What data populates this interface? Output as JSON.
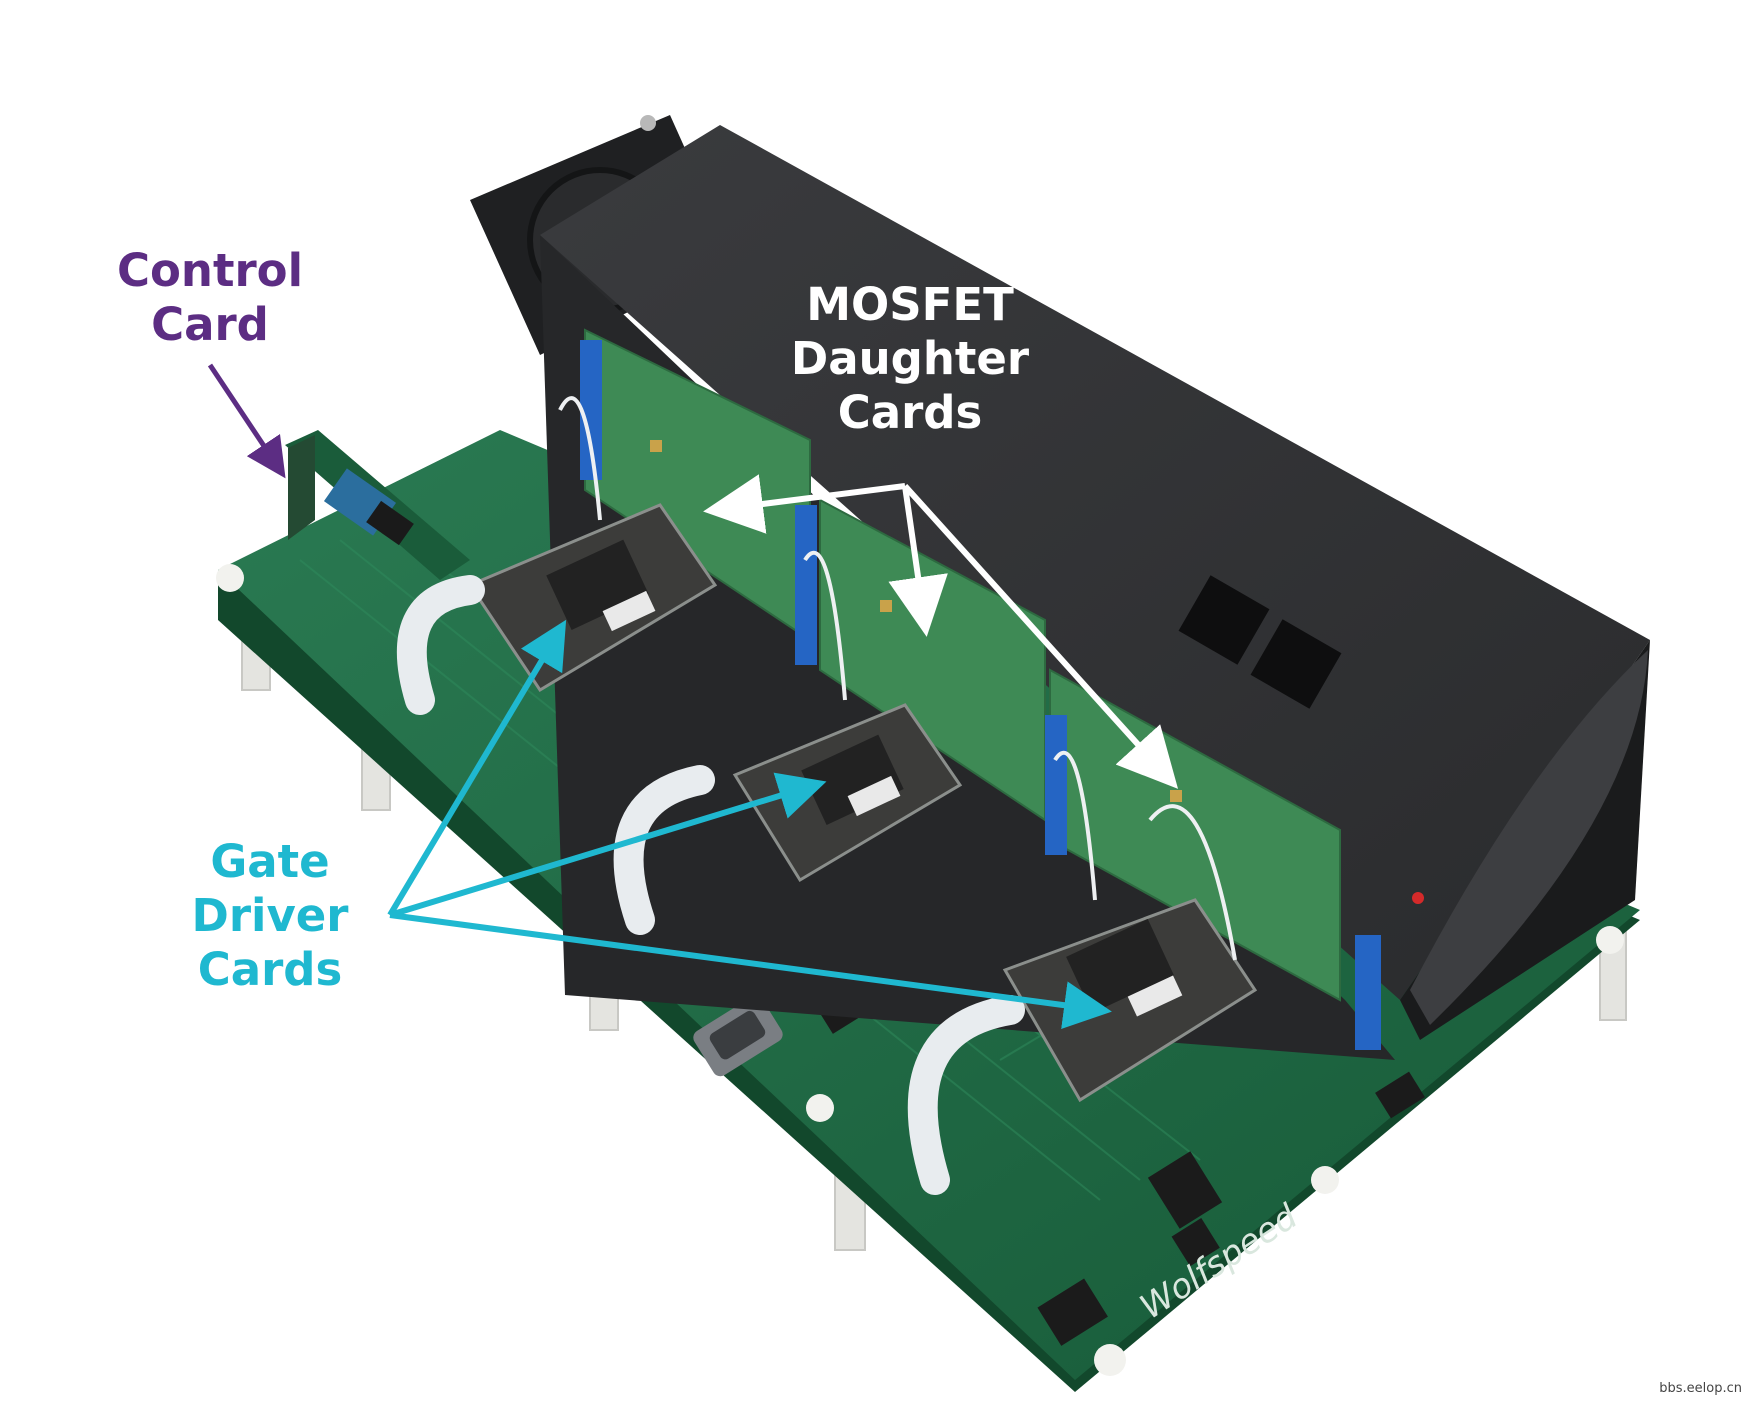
{
  "labels": {
    "control_card": {
      "lines": [
        "Control",
        "Card"
      ]
    },
    "mosfet_daughter_cards": {
      "lines": [
        "MOSFET",
        "Daughter",
        "Cards"
      ]
    },
    "gate_driver_cards": {
      "lines": [
        "Gate",
        "Driver",
        "Cards"
      ]
    }
  },
  "board_silkscreen": "Wolfspeed",
  "watermark": "bbs.eelop.cn",
  "colors": {
    "control_label": "#5c2d83",
    "mosfet_label": "#ffffff",
    "gate_label": "#1fb8d0",
    "pcb_green": "#1f6b45",
    "heatsink_black": "#2f3032",
    "mosfet_card_green": "#3e8a55",
    "cable_white": "#e8ecef"
  }
}
